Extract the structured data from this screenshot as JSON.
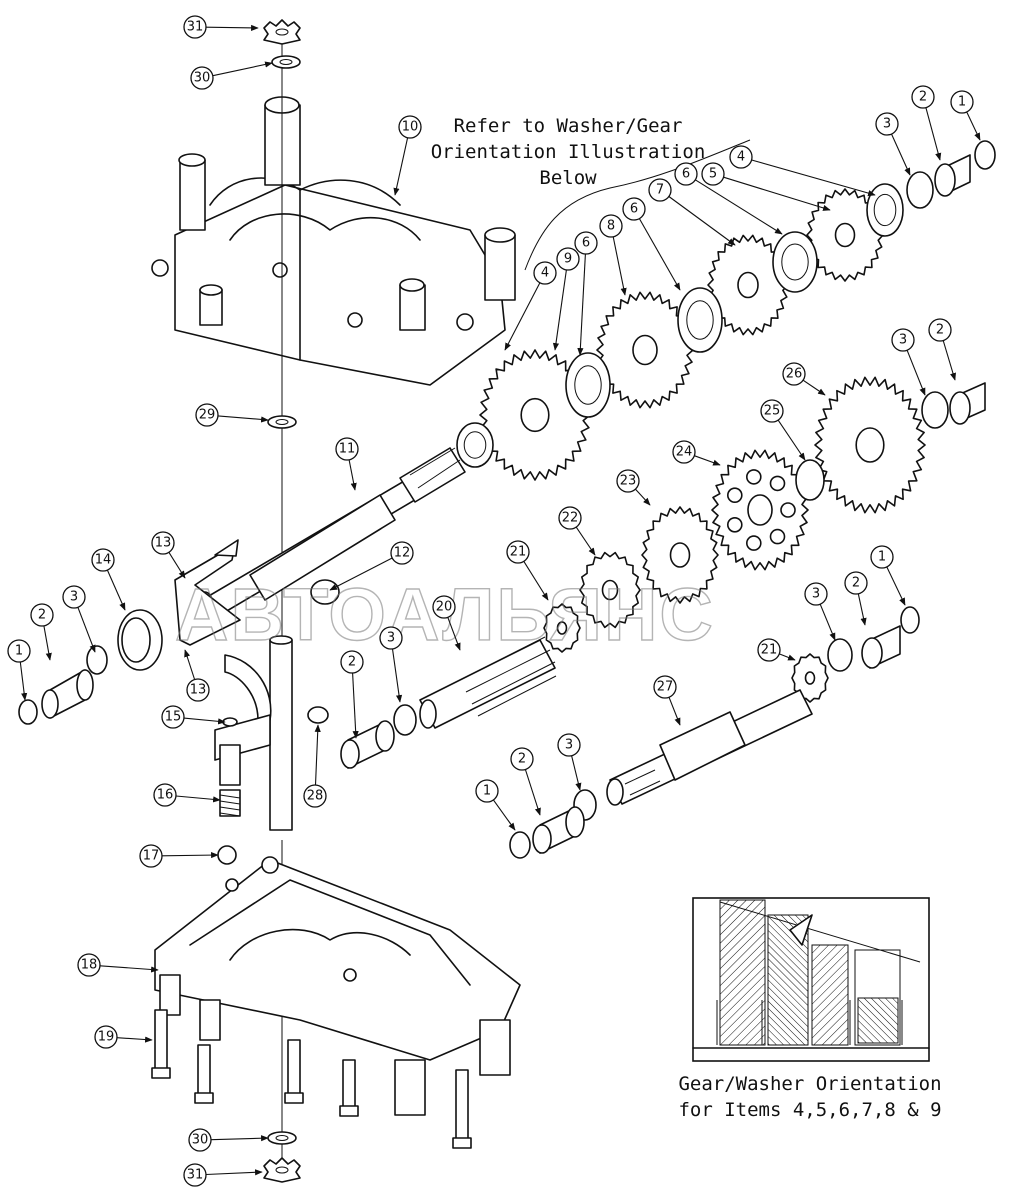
{
  "notes": {
    "refer_line1": "Refer to Washer/Gear",
    "refer_line2": "Orientation Illustration",
    "refer_line3": "Below",
    "inset_line1": "Gear/Washer Orientation",
    "inset_line2": "for Items 4,5,6,7,8 & 9"
  },
  "watermark": "АВТОАЛЬЯНС",
  "callouts": [
    "31",
    "30",
    "10",
    "29",
    "11",
    "12",
    "13",
    "14",
    "3",
    "2",
    "1",
    "13",
    "15",
    "16",
    "17",
    "18",
    "19",
    "30",
    "31",
    "4",
    "9",
    "6",
    "8",
    "6",
    "7",
    "6",
    "5",
    "4",
    "3",
    "2",
    "1",
    "3",
    "2",
    "26",
    "25",
    "24",
    "23",
    "22",
    "21",
    "20",
    "21",
    "3",
    "2",
    "1",
    "3",
    "2",
    "28",
    "27",
    "3",
    "2",
    "1"
  ]
}
